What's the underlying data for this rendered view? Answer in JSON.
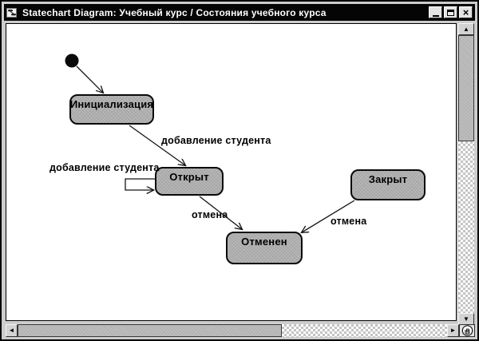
{
  "window": {
    "title": "Statechart Diagram: Учебный курс / Состояния учебного курса"
  },
  "icons": {
    "close": "×",
    "scroll_up": "▲",
    "scroll_down": "▼",
    "scroll_left": "◄",
    "scroll_right": "►"
  },
  "colors": {
    "titlebar_bg": "#050505",
    "titlebar_text": "#ffffff",
    "chrome": "#cdcdcd",
    "canvas_bg": "#ffffff",
    "state_fill": "#b7b7b7",
    "state_border": "#0a0a0a",
    "line": "#141414"
  },
  "diagram": {
    "initial_state": {
      "type": "initial-pseudostate"
    },
    "states": [
      {
        "id": "init",
        "label": "Инициализация"
      },
      {
        "id": "open",
        "label": "Открыт"
      },
      {
        "id": "closed",
        "label": "Закрыт"
      },
      {
        "id": "cancelled",
        "label": "Отменен"
      }
    ],
    "transitions": [
      {
        "from": "initial",
        "to": "Инициализация",
        "label": ""
      },
      {
        "from": "Инициализация",
        "to": "Открыт",
        "label": "добавление студента"
      },
      {
        "from": "Открыт",
        "to": "Открыт",
        "label": "добавление студента"
      },
      {
        "from": "Открыт",
        "to": "Отменен",
        "label": "отмена"
      },
      {
        "from": "Закрыт",
        "to": "Отменен",
        "label": "отмена"
      }
    ]
  }
}
